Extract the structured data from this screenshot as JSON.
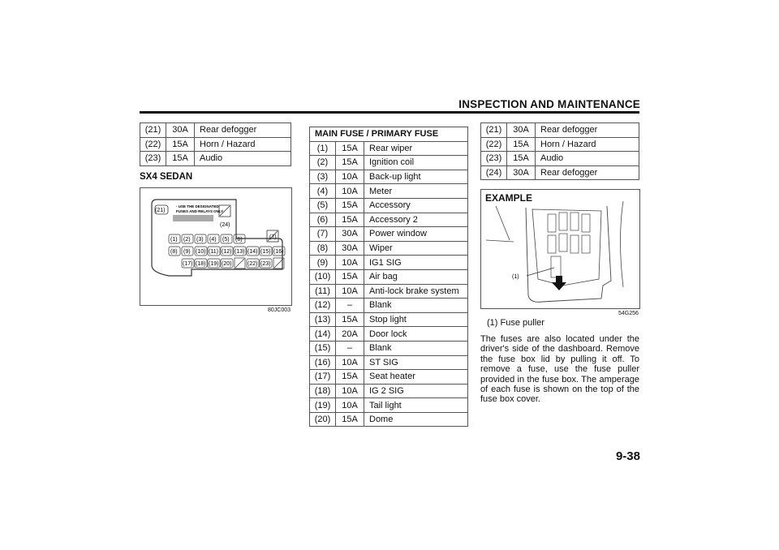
{
  "header": {
    "section_title": "INSPECTION AND MAINTENANCE"
  },
  "page_number": "9-38",
  "left_table": {
    "rows": [
      [
        "(21)",
        "30A",
        "Rear defogger"
      ],
      [
        "(22)",
        "15A",
        "Horn / Hazard"
      ],
      [
        "(23)",
        "15A",
        "Audio"
      ]
    ]
  },
  "sx4_heading": "SX4 SEDAN",
  "fuse_box_figure": {
    "notice_line1": "- USE THE DESIGNATED",
    "notice_line2": "FUSES AND RELAYS ONLY.",
    "labels": [
      "(21)",
      "(24)",
      "(7)",
      "(1)",
      "(2)",
      "(3)",
      "(4)",
      "(5)",
      "(6)",
      "(8)",
      "(9)",
      "(10)",
      "(11)",
      "(12)",
      "(13)",
      "(14)",
      "(15)",
      "(16)",
      "(17)",
      "(18)",
      "(19)",
      "(20)",
      "(22)",
      "(23)"
    ],
    "code": "80JC003"
  },
  "main_table": {
    "heading": "MAIN FUSE / PRIMARY FUSE",
    "rows": [
      [
        "(1)",
        "15A",
        "Rear wiper"
      ],
      [
        "(2)",
        "15A",
        "Ignition coil"
      ],
      [
        "(3)",
        "10A",
        "Back-up light"
      ],
      [
        "(4)",
        "10A",
        "Meter"
      ],
      [
        "(5)",
        "15A",
        "Accessory"
      ],
      [
        "(6)",
        "15A",
        "Accessory 2"
      ],
      [
        "(7)",
        "30A",
        "Power window"
      ],
      [
        "(8)",
        "30A",
        "Wiper"
      ],
      [
        "(9)",
        "10A",
        "IG1 SIG"
      ],
      [
        "(10)",
        "15A",
        "Air bag"
      ],
      [
        "(11)",
        "10A",
        "Anti-lock brake system"
      ],
      [
        "(12)",
        "–",
        "Blank"
      ],
      [
        "(13)",
        "15A",
        "Stop light"
      ],
      [
        "(14)",
        "20A",
        "Door lock"
      ],
      [
        "(15)",
        "–",
        "Blank"
      ],
      [
        "(16)",
        "10A",
        "ST SIG"
      ],
      [
        "(17)",
        "15A",
        "Seat heater"
      ],
      [
        "(18)",
        "10A",
        "IG 2 SIG"
      ],
      [
        "(19)",
        "10A",
        "Tail light"
      ],
      [
        "(20)",
        "15A",
        "Dome"
      ]
    ]
  },
  "right_table": {
    "rows": [
      [
        "(21)",
        "30A",
        "Rear defogger"
      ],
      [
        "(22)",
        "15A",
        "Horn / Hazard"
      ],
      [
        "(23)",
        "15A",
        "Audio"
      ],
      [
        "(24)",
        "30A",
        "Rear defogger"
      ]
    ]
  },
  "example_figure": {
    "title": "EXAMPLE",
    "callout": "(1)",
    "code": "54G256"
  },
  "caption": "(1) Fuse puller",
  "paragraph": "The fuses are also located under the driver's side of the dashboard. Remove the fuse box lid by pulling it off. To remove a fuse, use the fuse puller provided in the fuse box. The amperage of each fuse is shown on the top of the fuse box cover."
}
